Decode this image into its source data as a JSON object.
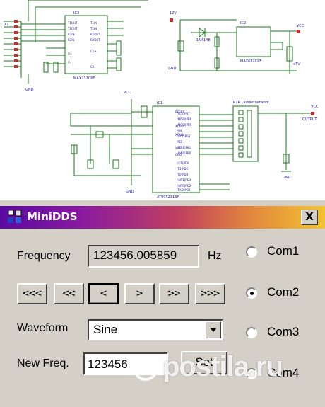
{
  "schematic": {
    "chips": [
      "IC3",
      "MAX232CPE",
      "IC2",
      "MAX682CPE",
      "IC1",
      "AT90S2313P"
    ],
    "labels": [
      "R2R Ladder network",
      "OUTPUT",
      "GND",
      "GND",
      "GND",
      "GND",
      "VCC",
      "VCC",
      "VCC",
      "X1",
      "1N4148",
      "12V",
      "+5V"
    ]
  },
  "window": {
    "title": "MiniDDS",
    "close_label": "X"
  },
  "form": {
    "frequency_label": "Frequency",
    "frequency_value": "123456.005859",
    "frequency_unit": "Hz",
    "step_buttons": [
      "<<<",
      "<<",
      "<",
      ">",
      ">>",
      ">>>"
    ],
    "waveform_label": "Waveform",
    "waveform_value": "Sine",
    "newfreq_label": "New Freq.",
    "newfreq_value": "123456",
    "set_label": "Set"
  },
  "ports": {
    "options": [
      "Com1",
      "Com2",
      "Com3",
      "Com4"
    ],
    "selected": "Com2"
  },
  "watermark": {
    "text": "postila.ru"
  }
}
